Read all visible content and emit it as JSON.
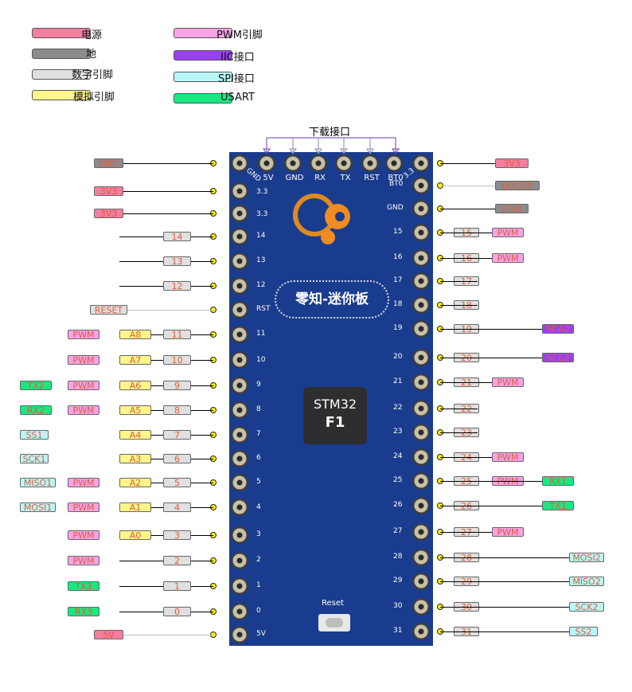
{
  "colors": {
    "power": "#f47ea0",
    "ground": "#8c8c8c",
    "digital": "#e0e0e0",
    "analog": "#fff68a",
    "pwm": "#f7a3e6",
    "iic": "#9b40f0",
    "spi": "#b9f6f8",
    "usart": "#19e882",
    "board": "#1a3c8e",
    "wire_gray": "#c0c0c0",
    "label_text": "#e25b3a"
  },
  "legend": [
    {
      "color": "power",
      "label": "电源"
    },
    {
      "color": "ground",
      "label": "地"
    },
    {
      "color": "digital",
      "label": "数字引脚"
    },
    {
      "color": "analog",
      "label": "模拟引脚"
    },
    {
      "color": "pwm",
      "label": "PWM引脚"
    },
    {
      "color": "iic",
      "label": "IIC接口"
    },
    {
      "color": "spi",
      "label": "SPI接口"
    },
    {
      "color": "usart",
      "label": "USART"
    }
  ],
  "download_header": {
    "title": "下载接口",
    "pins": [
      "GND",
      "5V",
      "GND",
      "RX",
      "TX",
      "RST",
      "BT0",
      "3.3"
    ]
  },
  "board": {
    "name": "零知-迷你板",
    "chip_line1": "STM32",
    "chip_line2": "F1",
    "reset_label": "Reset"
  },
  "left_pins": [
    {
      "pin": "GND",
      "labels": [
        {
          "text": "GND",
          "color": "ground"
        }
      ]
    },
    {
      "pin": "3.3",
      "labels": [
        {
          "text": "3V3",
          "color": "power"
        }
      ]
    },
    {
      "pin": "3.3",
      "labels": [
        {
          "text": "3V3",
          "color": "power"
        }
      ]
    },
    {
      "pin": "14",
      "labels": [
        {
          "text": "14",
          "color": "digital"
        }
      ]
    },
    {
      "pin": "13",
      "labels": [
        {
          "text": "13",
          "color": "digital"
        }
      ]
    },
    {
      "pin": "12",
      "labels": [
        {
          "text": "12",
          "color": "digital"
        }
      ]
    },
    {
      "pin": "RST",
      "labels": [
        {
          "text": "RESET",
          "color": "digital"
        }
      ]
    },
    {
      "pin": "11",
      "labels": [
        {
          "text": "PWM",
          "color": "pwm"
        },
        {
          "text": "A8",
          "color": "analog"
        },
        {
          "text": "11",
          "color": "digital"
        }
      ]
    },
    {
      "pin": "10",
      "labels": [
        {
          "text": "PWM",
          "color": "pwm"
        },
        {
          "text": "A7",
          "color": "analog"
        },
        {
          "text": "10",
          "color": "digital"
        }
      ]
    },
    {
      "pin": "9",
      "labels": [
        {
          "text": "TX2",
          "color": "usart"
        },
        {
          "text": "PWM",
          "color": "pwm"
        },
        {
          "text": "A6",
          "color": "analog"
        },
        {
          "text": "9",
          "color": "digital"
        }
      ]
    },
    {
      "pin": "8",
      "labels": [
        {
          "text": "RX2",
          "color": "usart"
        },
        {
          "text": "PWM",
          "color": "pwm"
        },
        {
          "text": "A5",
          "color": "analog"
        },
        {
          "text": "8",
          "color": "digital"
        }
      ]
    },
    {
      "pin": "7",
      "labels": [
        {
          "text": "SS1",
          "color": "spi"
        },
        {
          "text": "A4",
          "color": "analog"
        },
        {
          "text": "7",
          "color": "digital"
        }
      ]
    },
    {
      "pin": "6",
      "labels": [
        {
          "text": "SCK1",
          "color": "spi"
        },
        {
          "text": "A3",
          "color": "analog"
        },
        {
          "text": "6",
          "color": "digital"
        }
      ]
    },
    {
      "pin": "5",
      "labels": [
        {
          "text": "MISO1",
          "color": "spi"
        },
        {
          "text": "PWM",
          "color": "pwm"
        },
        {
          "text": "A2",
          "color": "analog"
        },
        {
          "text": "5",
          "color": "digital"
        }
      ]
    },
    {
      "pin": "4",
      "labels": [
        {
          "text": "MOSI1",
          "color": "spi"
        },
        {
          "text": "PWM",
          "color": "pwm"
        },
        {
          "text": "A1",
          "color": "analog"
        },
        {
          "text": "4",
          "color": "digital"
        }
      ]
    },
    {
      "pin": "3",
      "labels": [
        {
          "text": "PWM",
          "color": "pwm"
        },
        {
          "text": "A0",
          "color": "analog"
        },
        {
          "text": "3",
          "color": "digital"
        }
      ]
    },
    {
      "pin": "2",
      "labels": [
        {
          "text": "PWM",
          "color": "pwm"
        },
        {
          "text": "2",
          "color": "digital"
        }
      ]
    },
    {
      "pin": "1",
      "labels": [
        {
          "text": "TX3",
          "color": "usart"
        },
        {
          "text": "1",
          "color": "digital"
        }
      ]
    },
    {
      "pin": "0",
      "labels": [
        {
          "text": "RX3",
          "color": "usart"
        },
        {
          "text": "0",
          "color": "digital"
        }
      ]
    },
    {
      "pin": "5V",
      "labels": [
        {
          "text": "5V",
          "color": "power"
        }
      ]
    }
  ],
  "right_pins": [
    {
      "pin": "3.3",
      "labels": [
        {
          "text": "3V3",
          "color": "power"
        }
      ]
    },
    {
      "pin": "BT0",
      "labels": [
        {
          "text": "BOOT0",
          "color": "ground"
        }
      ]
    },
    {
      "pin": "GND",
      "labels": [
        {
          "text": "GND",
          "color": "ground"
        }
      ]
    },
    {
      "pin": "15",
      "labels": [
        {
          "text": "15",
          "color": "digital"
        },
        {
          "text": "PWM",
          "color": "pwm"
        }
      ]
    },
    {
      "pin": "16",
      "labels": [
        {
          "text": "16",
          "color": "digital"
        },
        {
          "text": "PWM",
          "color": "pwm"
        }
      ]
    },
    {
      "pin": "17",
      "labels": [
        {
          "text": "17",
          "color": "digital"
        }
      ]
    },
    {
      "pin": "18",
      "labels": [
        {
          "text": "18",
          "color": "digital"
        }
      ]
    },
    {
      "pin": "19",
      "labels": [
        {
          "text": "19",
          "color": "digital"
        },
        {
          "text": "SDA2",
          "color": "iic"
        }
      ]
    },
    {
      "pin": "20",
      "labels": [
        {
          "text": "20",
          "color": "digital"
        },
        {
          "text": "SCL2",
          "color": "iic"
        }
      ]
    },
    {
      "pin": "21",
      "labels": [
        {
          "text": "21",
          "color": "digital"
        },
        {
          "text": "PWM",
          "color": "pwm"
        }
      ]
    },
    {
      "pin": "22",
      "labels": [
        {
          "text": "22",
          "color": "digital"
        }
      ]
    },
    {
      "pin": "23",
      "labels": [
        {
          "text": "23",
          "color": "digital"
        }
      ]
    },
    {
      "pin": "24",
      "labels": [
        {
          "text": "24",
          "color": "digital"
        },
        {
          "text": "PWM",
          "color": "pwm"
        }
      ]
    },
    {
      "pin": "25",
      "labels": [
        {
          "text": "25",
          "color": "digital"
        },
        {
          "text": "PWM",
          "color": "pwm"
        },
        {
          "text": "RX1",
          "color": "usart"
        }
      ]
    },
    {
      "pin": "26",
      "labels": [
        {
          "text": "26",
          "color": "digital"
        },
        {
          "text": "TX1",
          "color": "usart"
        }
      ]
    },
    {
      "pin": "27",
      "labels": [
        {
          "text": "27",
          "color": "digital"
        },
        {
          "text": "PWM",
          "color": "pwm"
        }
      ]
    },
    {
      "pin": "28",
      "labels": [
        {
          "text": "28",
          "color": "digital"
        },
        {
          "text": "MOSI2",
          "color": "spi"
        }
      ]
    },
    {
      "pin": "29",
      "labels": [
        {
          "text": "29",
          "color": "digital"
        },
        {
          "text": "MISO2",
          "color": "spi"
        }
      ]
    },
    {
      "pin": "30",
      "labels": [
        {
          "text": "30",
          "color": "digital"
        },
        {
          "text": "SCK2",
          "color": "spi"
        }
      ]
    },
    {
      "pin": "31",
      "labels": [
        {
          "text": "31",
          "color": "digital"
        },
        {
          "text": "SS2",
          "color": "spi"
        }
      ]
    }
  ]
}
